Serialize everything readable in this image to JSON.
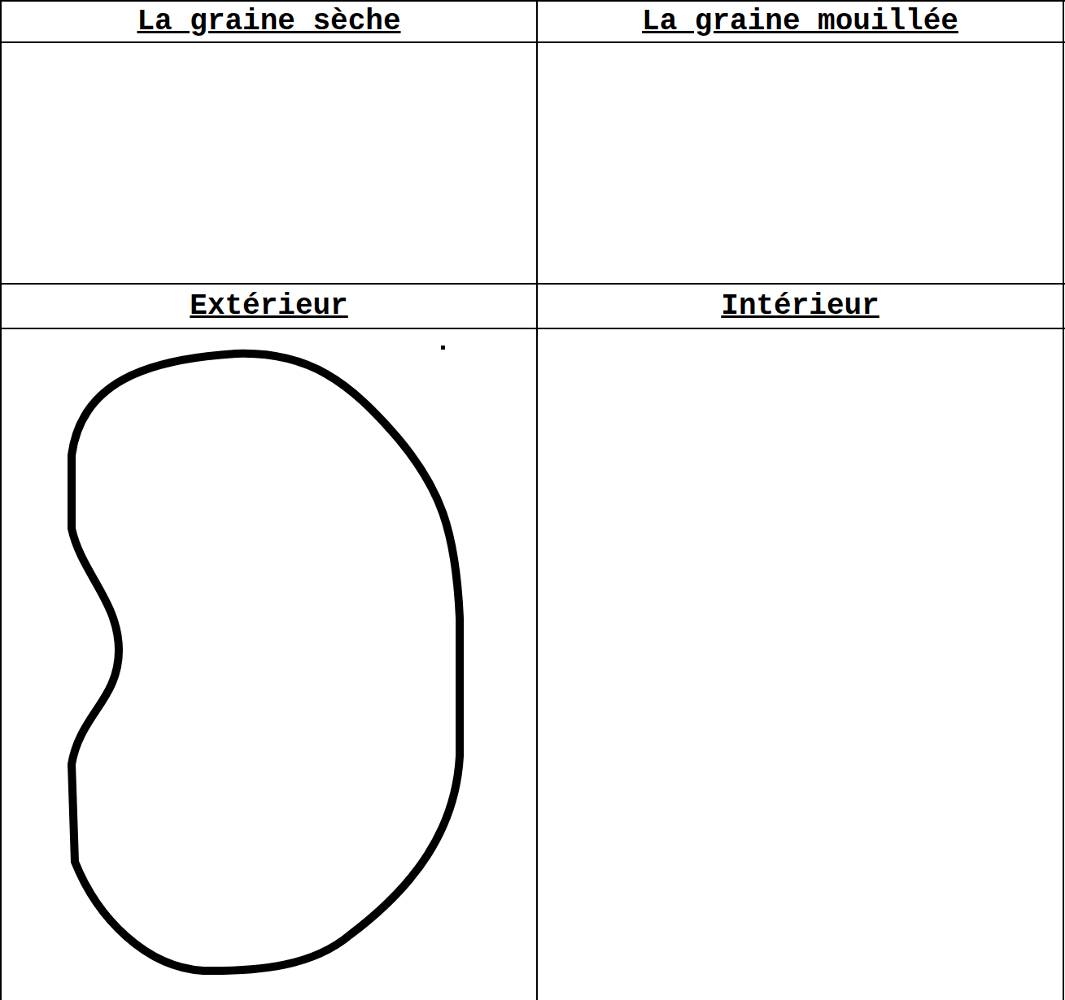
{
  "diagram": {
    "labels": [
      "La graine sèche",
      "La graine mouillée",
      "Extérieur",
      "Intérieur"
    ]
  }
}
